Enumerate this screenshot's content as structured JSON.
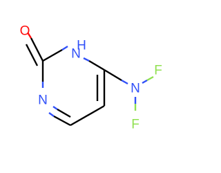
{
  "molecule": {
    "atoms": {
      "oxygen": {
        "symbol": "O",
        "color": "#ff0d0d"
      },
      "n_ring_bottom": {
        "symbol": "N",
        "color": "#3050f8"
      },
      "nh": {
        "symbol": "N",
        "color": "#3050f8"
      },
      "nh_hydrogen": {
        "symbol": "H",
        "color": "#3050f8"
      },
      "n_amine": {
        "symbol": "N",
        "color": "#3050f8"
      },
      "f_top": {
        "symbol": "F",
        "color": "#90e050"
      },
      "f_bottom": {
        "symbol": "F",
        "color": "#90e050"
      }
    }
  }
}
